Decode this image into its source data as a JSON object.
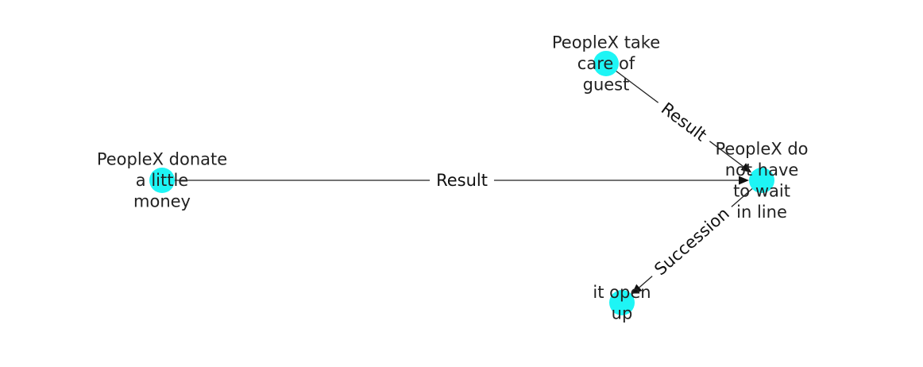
{
  "diagram": {
    "node_color": "#1ef5f5",
    "edge_color": "#222222",
    "nodes": [
      {
        "id": "n1",
        "label_lines": [
          "PeopleX donate",
          "a little",
          "money"
        ]
      },
      {
        "id": "n2",
        "label_lines": [
          "PeopleX take",
          "care of",
          "guest"
        ]
      },
      {
        "id": "n3",
        "label_lines": [
          "PeopleX do",
          "not have",
          "to wait",
          "in line"
        ]
      },
      {
        "id": "n4",
        "label_lines": [
          "it open",
          "up"
        ]
      }
    ],
    "edges": [
      {
        "source": "n1",
        "target": "n3",
        "label": "Result"
      },
      {
        "source": "n2",
        "target": "n3",
        "label": "Result"
      },
      {
        "source": "n3",
        "target": "n4",
        "label": "Succession"
      }
    ]
  }
}
